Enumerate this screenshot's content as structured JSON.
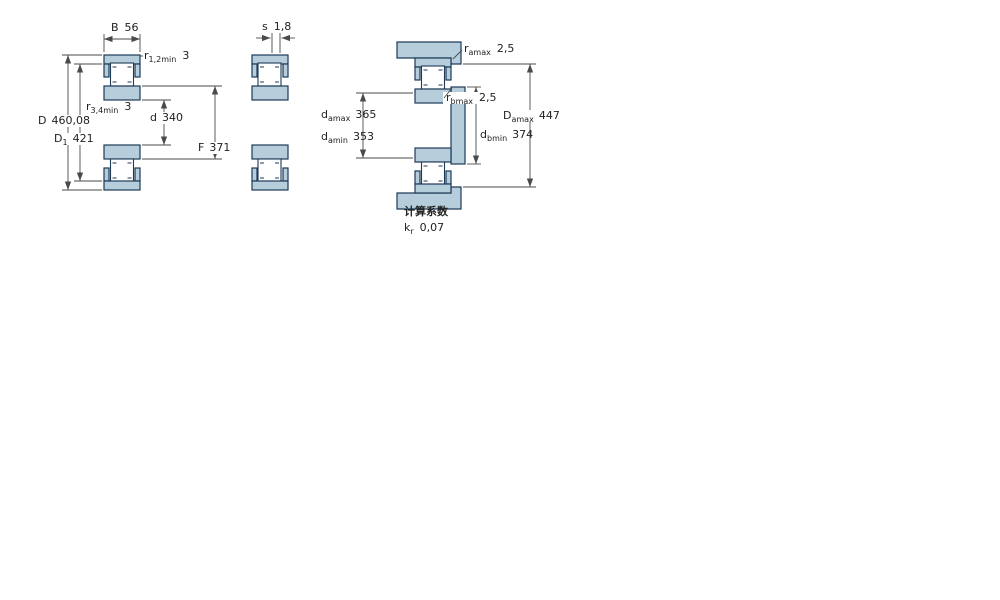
{
  "drawing": {
    "colors": {
      "ring_fill": "#b6cedc",
      "roller_fill": "#ffffff",
      "outline": "#1d3a57",
      "dim_line": "#4a4a4a",
      "text_color": "#222222",
      "background": "#ffffff"
    },
    "views": {
      "left": {
        "dims": {
          "B": {
            "main": "B",
            "value": "56"
          },
          "r12": {
            "main": "r",
            "sub": "1,2min",
            "value": "3"
          },
          "r34": {
            "main": "r",
            "sub": "3,4min",
            "value": "3"
          },
          "D": {
            "main": "D",
            "value": "460,08"
          },
          "D1": {
            "main": "D",
            "sub": "1",
            "value": "421"
          },
          "d": {
            "main": "d",
            "value": "340"
          },
          "F": {
            "main": "F",
            "value": "371"
          }
        }
      },
      "middle": {
        "dims": {
          "s": {
            "main": "s",
            "value": "1,8"
          }
        }
      },
      "right": {
        "dims": {
          "ramax": {
            "main": "r",
            "sub": "amax",
            "value": "2,5"
          },
          "rbmax": {
            "main": "r",
            "sub": "bmax",
            "value": "2,5"
          },
          "damax": {
            "main": "d",
            "sub": "amax",
            "value": "365"
          },
          "damin": {
            "main": "d",
            "sub": "amin",
            "value": "353"
          },
          "dbmin": {
            "main": "d",
            "sub": "bmin",
            "value": "374"
          },
          "Damax": {
            "main": "D",
            "sub": "amax",
            "value": "447"
          }
        }
      }
    },
    "calculation": {
      "heading": "计算系数",
      "kr": {
        "main": "k",
        "sub": "r",
        "value": "0,07"
      }
    }
  }
}
